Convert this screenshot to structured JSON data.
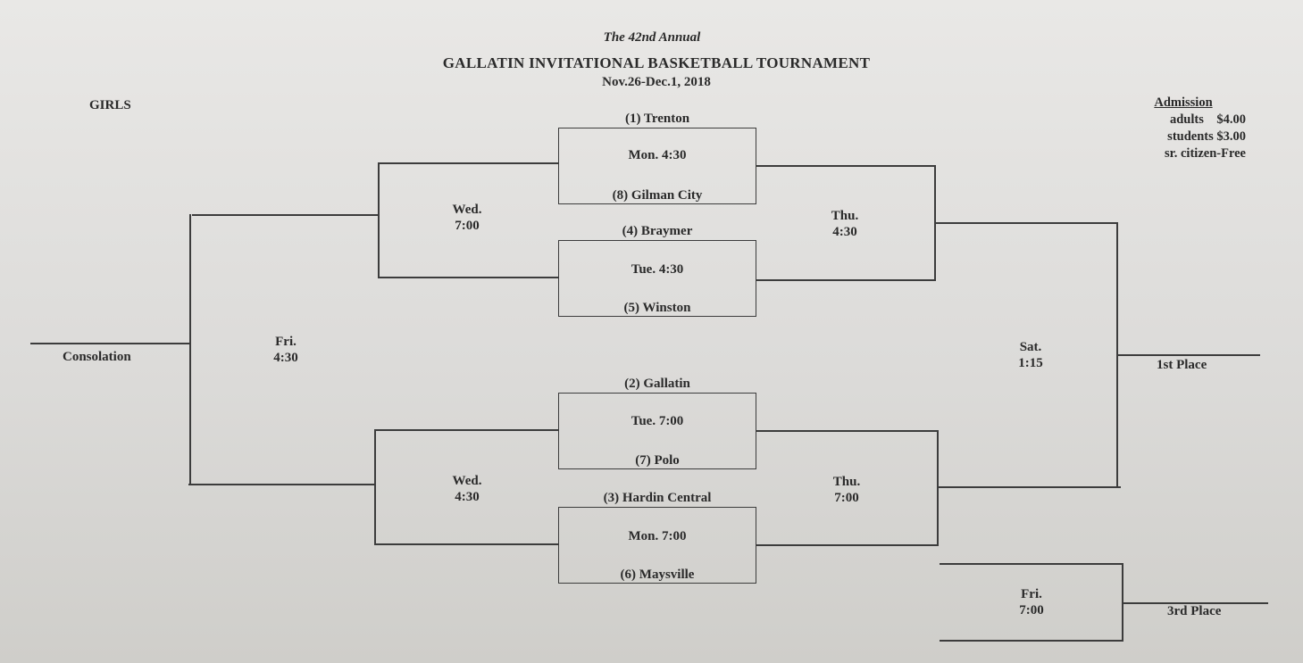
{
  "header": {
    "subtitle": "The 42nd Annual",
    "title": "GALLATIN INVITATIONAL BASKETBALL TOURNAMENT",
    "dates": "Nov.26-Dec.1, 2018"
  },
  "division": "GIRLS",
  "admission": {
    "heading": "Admission",
    "lines": [
      "adults    $4.00",
      "students $3.00",
      "sr. citizen-Free"
    ]
  },
  "teams": {
    "t1": "(1) Trenton",
    "t8": "(8) Gilman City",
    "t4": "(4) Braymer",
    "t5": "(5) Winston",
    "t2": "(2) Gallatin",
    "t7": "(7) Polo",
    "t3": "(3) Hardin Central",
    "t6": "(6) Maysville"
  },
  "games": {
    "mon1": "Mon. 4:30",
    "tue1": "Tue. 4:30",
    "tue2": "Tue. 7:00",
    "mon2": "Mon. 7:00",
    "wed1_day": "Wed.",
    "wed1_time": "7:00",
    "wed2_day": "Wed.",
    "wed2_time": "4:30",
    "thu1_day": "Thu.",
    "thu1_time": "4:30",
    "thu2_day": "Thu.",
    "thu2_time": "7:00",
    "fri_cons_day": "Fri.",
    "fri_cons_time": "4:30",
    "sat_day": "Sat.",
    "sat_time": "1:15",
    "fri_third_day": "Fri.",
    "fri_third_time": "7:00"
  },
  "places": {
    "consolation": "Consolation",
    "first": "1st Place",
    "third": "3rd Place"
  }
}
